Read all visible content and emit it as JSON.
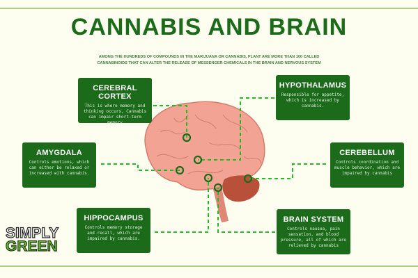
{
  "header": {
    "title": "CANNABIS AND BRAIN",
    "subtitle_line1": "AMONG THE HUNDREDS OF COMPOUNDS IN THE MARIJUANA OR CANNABIS, PLANT ARE MORE THAN 100 CALLED",
    "subtitle_line2": "CANNABINOIDS THAT CAN ALTER THE RELEASE OF MESSENGER CHEMICALS IN THE BRAIN AND NERVOUS SYSTEM"
  },
  "regions": [
    {
      "name": "CEREBRAL CORTEX",
      "desc": "This is where memory and thinking occurs, Cannabis can impair short-term memory"
    },
    {
      "name": "HYPOTHALAMUS",
      "desc": "Responsible for appetite, which is increased by cannabis."
    },
    {
      "name": "AMYGDALA",
      "desc": "Controls emotions, which can either be relaxed or increased with cannabis."
    },
    {
      "name": "CEREBELLUM",
      "desc": "Controls coordination and muscle behavior, which are impaired by cannabis"
    },
    {
      "name": "HIPPOCAMPUS",
      "desc": "Controls memory storage and recall, which are impaired by cannabis."
    },
    {
      "name": "BRAIN SYSTEM",
      "desc": "Controls nausea, pain sensation, and blood pressure, all of which are relieved by cannabis"
    }
  ],
  "logo": {
    "line1": "SIMPLY",
    "line2": "GREEN"
  },
  "colors": {
    "accent": "#1b6b1b",
    "connector": "#22bb22",
    "brain": "#f0a090",
    "cerebellum": "#b8503a"
  }
}
